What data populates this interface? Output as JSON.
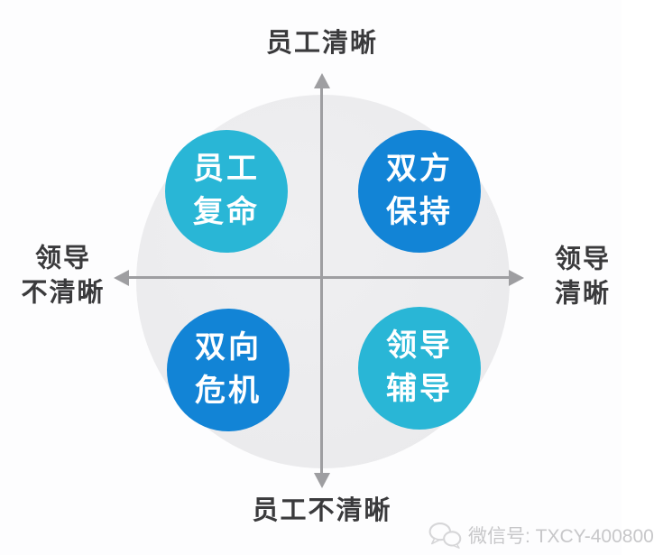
{
  "diagram": {
    "axis": {
      "top_label": "员工清晰",
      "bottom_label": "员工不清晰",
      "left_label_line1": "领导",
      "left_label_line2": "不清晰",
      "right_label_line1": "领导",
      "right_label_line2": "清晰"
    },
    "quadrants": [
      {
        "position": "top-left",
        "line1": "员工",
        "line2": "复命",
        "color": "#29b6d6"
      },
      {
        "position": "top-right",
        "line1": "双方",
        "line2": "保持",
        "color": "#1284d6"
      },
      {
        "position": "bottom-left",
        "line1": "双向",
        "line2": "危机",
        "color": "#1284d6"
      },
      {
        "position": "bottom-right",
        "line1": "领导",
        "line2": "辅导",
        "color": "#29b6d6"
      }
    ],
    "colors": {
      "cyan_circle": "#29b6d6",
      "blue_circle": "#1284d6",
      "axis_gray": "#9e9ea1",
      "background_circle": "#ebebed",
      "label_text": "#3a3a3c",
      "circle_text": "#ffffff",
      "watermark_text": "#c7c7c9"
    }
  },
  "watermark": {
    "icon": "wechat-icon",
    "text": "微信号: TXCY-400800"
  }
}
